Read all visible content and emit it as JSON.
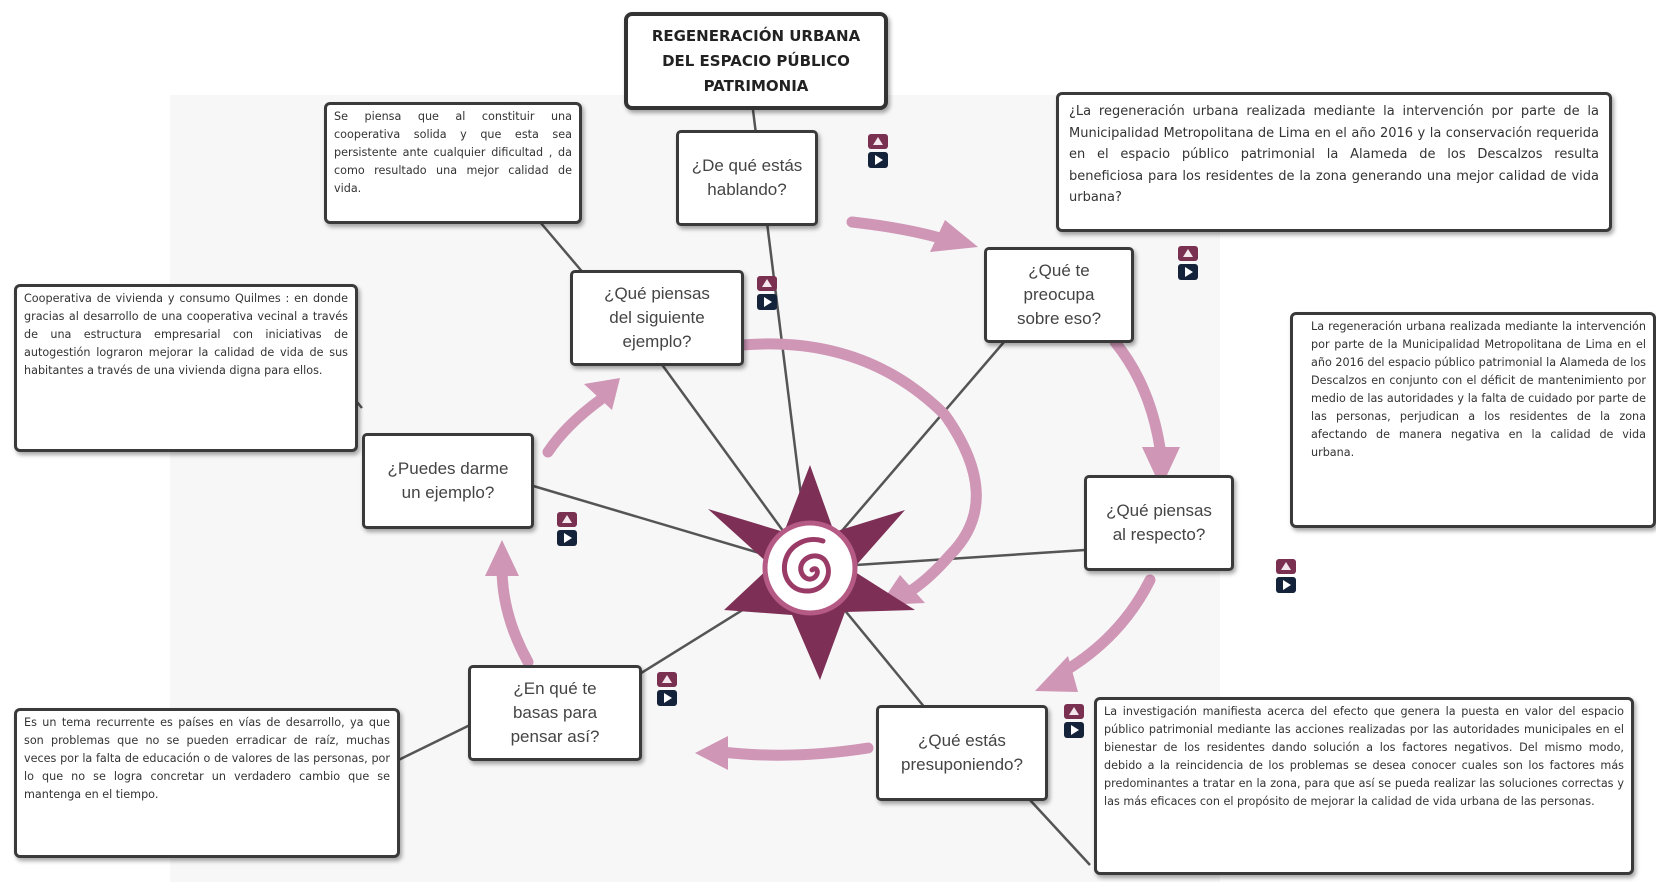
{
  "colors": {
    "arrow": "#cf96b6",
    "star": "#7d2f56",
    "spiral": "#9a3a66",
    "line": "#555555",
    "border": "#3a3a3a"
  },
  "title": "REGENERACIÓN URBANA\nDEL ESPACIO PÚBLICO\nPATRIMONIA",
  "questions": {
    "hablando": "¿De qué estás\nhablando?",
    "preocupa": "¿Qué te\npreocupa\nsobre eso?",
    "respecto": "¿Qué piensas\nal respecto?",
    "presuponiendo": "¿Qué estás\npresuponiendo?",
    "basas": "¿En qué te\nbasas para\npensar así?",
    "darme_ejemplo": "¿Puedes darme\nun ejemplo?",
    "siguiente_ejemplo": "¿Qué piensas\ndel siguiente\nejemplo?"
  },
  "notes": {
    "top_left": "Se piensa que al constituir una cooperativa solida y que esta sea persistente ante cualquier dificultad , da como resultado una mejor calidad de vida.",
    "left": "Cooperativa de vivienda y consumo Quilmes : en donde gracias al desarrollo de una cooperativa vecinal a través de una estructura empresarial con iniciativas de autogestión lograron mejorar la calidad de vida de sus habitantes a través de una vivienda digna para ellos.",
    "bottom_left": "Es un tema recurrente es países en vías de desarrollo, ya que son problemas que no se pueden erradicar de raíz,  muchas veces por la falta de educación o de valores de las personas, por lo que no se logra concretar un verdadero cambio que se mantenga en el tiempo.",
    "top_right": "¿La regeneración urbana realizada mediante la intervención por parte de la Municipalidad Metropolitana de Lima en el año 2016 y la conservación requerida en el espacio público patrimonial la Alameda de los Descalzos resulta beneficiosa para los residentes de la zona generando una mejor calidad de vida urbana?",
    "right": "La regeneración urbana realizada mediante la intervención por parte de la Municipalidad Metropolitana de Lima en el año 2016 del espacio público patrimonial la Alameda de los Descalzos en conjunto con el déficit de mantenimiento por medio de las autoridades y la falta de cuidado por parte de las personas, perjudican a los residentes de la zona afectando de manera negativa en la calidad de vida urbana.",
    "bottom_right": "La investigación manifiesta acerca del efecto que genera la puesta en valor del espacio público patrimonial mediante las acciones realizadas por las autoridades municipales en el bienestar de los residentes dando solución a los factores negativos. Del mismo modo, debido a la reincidencia de los problemas se desea conocer cuales son los factores más predominantes a tratar en la zona, para que así se pueda realizar las soluciones correctas y las más eficaces con el propósito de mejorar la calidad de vida urbana de las personas."
  }
}
